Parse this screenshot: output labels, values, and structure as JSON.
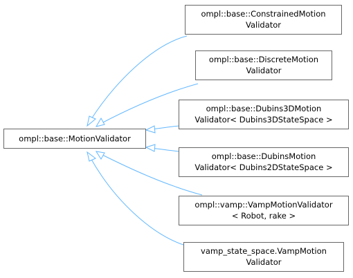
{
  "base_class": {
    "label": "ompl::base::MotionValidator"
  },
  "derived_classes": [
    {
      "line1": "ompl::base::ConstrainedMotion",
      "line2": "Validator"
    },
    {
      "line1": "ompl::base::DiscreteMotion",
      "line2": "Validator"
    },
    {
      "line1": "ompl::base::Dubins3DMotion",
      "line2": "Validator< Dubins3DStateSpace >"
    },
    {
      "line1": "ompl::base::DubinsMotion",
      "line2": "Validator< Dubins2DStateSpace >"
    },
    {
      "line1": "ompl::vamp::VampMotionValidator",
      "line2": "< Robot, rake >"
    },
    {
      "line1": "vamp_state_space.VampMotion",
      "line2": "Validator"
    }
  ],
  "colors": {
    "edge": "#63b8ff",
    "border": "#666666",
    "text": "#000000",
    "background": "#ffffff"
  }
}
